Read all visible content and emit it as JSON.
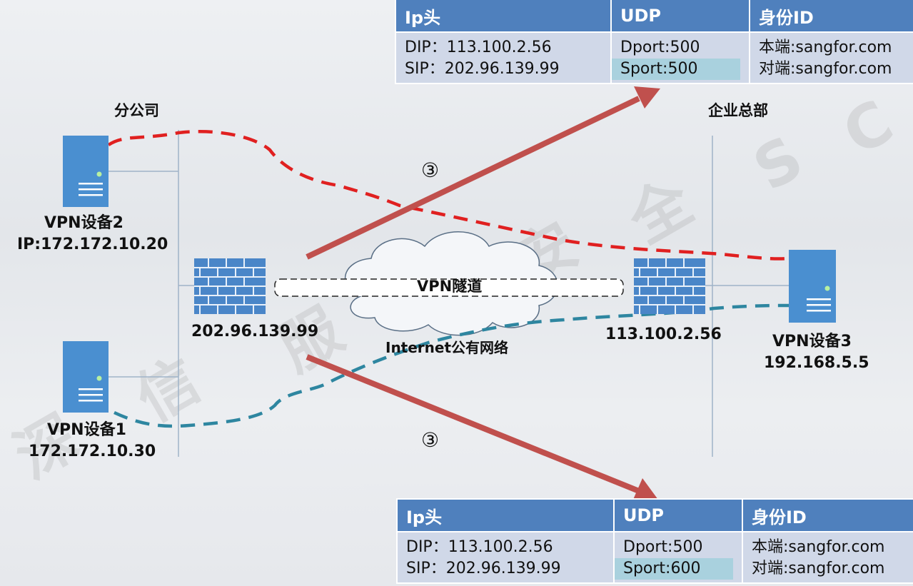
{
  "watermark": [
    "深",
    "信",
    "服",
    "安",
    "全",
    "S",
    "C"
  ],
  "branch": {
    "title": "分公司"
  },
  "hq": {
    "title": "企业总部"
  },
  "devices": {
    "vpn2": {
      "name": "VPN设备2",
      "ip": "IP:172.172.10.20"
    },
    "vpn1": {
      "name": "VPN设备1",
      "ip": "172.172.10.30"
    },
    "vpn3": {
      "name": "VPN设备3",
      "ip": "192.168.5.5"
    }
  },
  "firewalls": {
    "left_ip": "202.96.139.99",
    "right_ip": "113.100.2.56"
  },
  "tunnel": {
    "label": "VPN隧道"
  },
  "internet": {
    "label": "Internet公有网络"
  },
  "step_marker": "③",
  "packets": [
    {
      "headers": [
        "Ip头",
        "UDP",
        "身份ID"
      ],
      "ip": [
        "DIP：113.100.2.56",
        "SIP：202.96.139.99"
      ],
      "udp": [
        "Dport:500",
        "Sport:500"
      ],
      "id": [
        "本端:sangfor.com",
        "对端:sangfor.com"
      ]
    },
    {
      "headers": [
        "Ip头",
        "UDP",
        "身份ID"
      ],
      "ip": [
        "DIP：113.100.2.56",
        "SIP：202.96.139.99"
      ],
      "udp": [
        "Dport:500",
        "Sport:600"
      ],
      "id": [
        "本端:sangfor.com",
        "对端:sangfor.com"
      ]
    }
  ],
  "colors": {
    "header_blue": "#4f80bd",
    "cell_blue": "#d0d8e8",
    "highlight": "#a9d1de",
    "red_dash": "#e02020",
    "teal_dash": "#2e86a0",
    "arrow": "#c0504d",
    "server": "#4a8fd0",
    "firewall": "#4a86c8"
  }
}
